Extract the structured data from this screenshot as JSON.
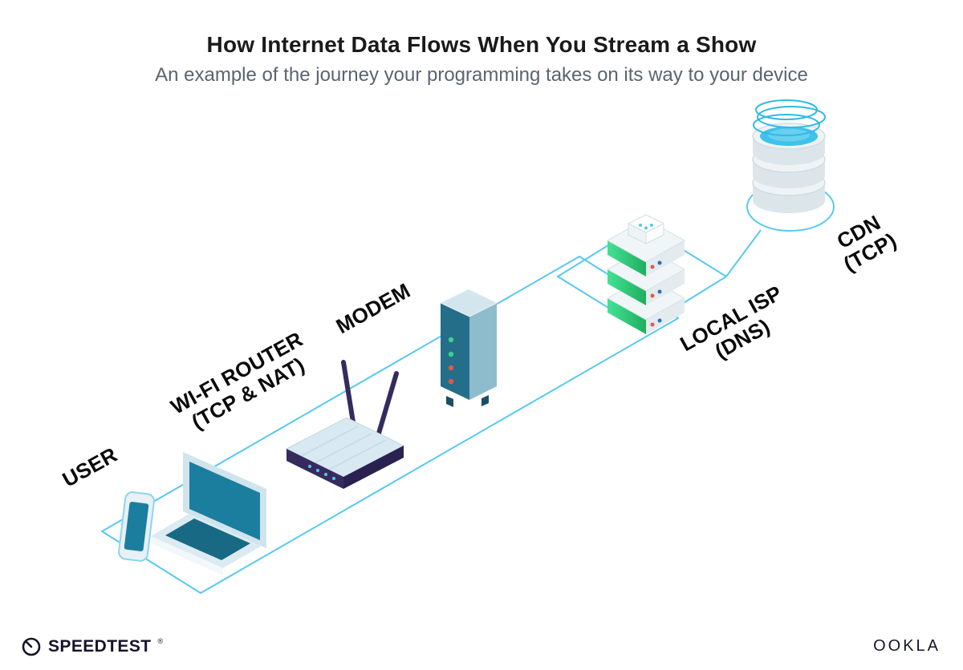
{
  "title": "How Internet Data Flows When You Stream a Show",
  "subtitle": "An example of the journey your programming takes on its way to your device",
  "nodes": [
    {
      "id": "user",
      "label": "USER"
    },
    {
      "id": "wifi-router",
      "label": "WI-FI ROUTER",
      "sublabel": "(TCP & NAT)"
    },
    {
      "id": "modem",
      "label": "MODEM"
    },
    {
      "id": "local-isp",
      "label": "LOCAL ISP",
      "sublabel": "(DNS)"
    },
    {
      "id": "cdn",
      "label": "CDN",
      "sublabel": "(TCP)"
    }
  ],
  "footer": {
    "brand_left": "SPEEDTEST",
    "brand_left_mark": "®",
    "brand_right": "OOKLA"
  },
  "icons": {
    "speedtest_logo": "gauge-icon",
    "user_device": "phone-and-laptop-icon",
    "wifi_router": "router-icon",
    "modem": "modem-icon",
    "local_isp": "server-stack-icon",
    "cdn": "database-cylinder-icon"
  },
  "colors": {
    "flow_line": "#57c9f1",
    "device_teal": "#1c7e9e",
    "router_purple": "#362b5e",
    "server_green": "#2ecc71",
    "led_green": "#3fd08b",
    "led_red": "#e2574c",
    "title_text": "#1a1a1a",
    "subtitle_text": "#5a6570"
  }
}
